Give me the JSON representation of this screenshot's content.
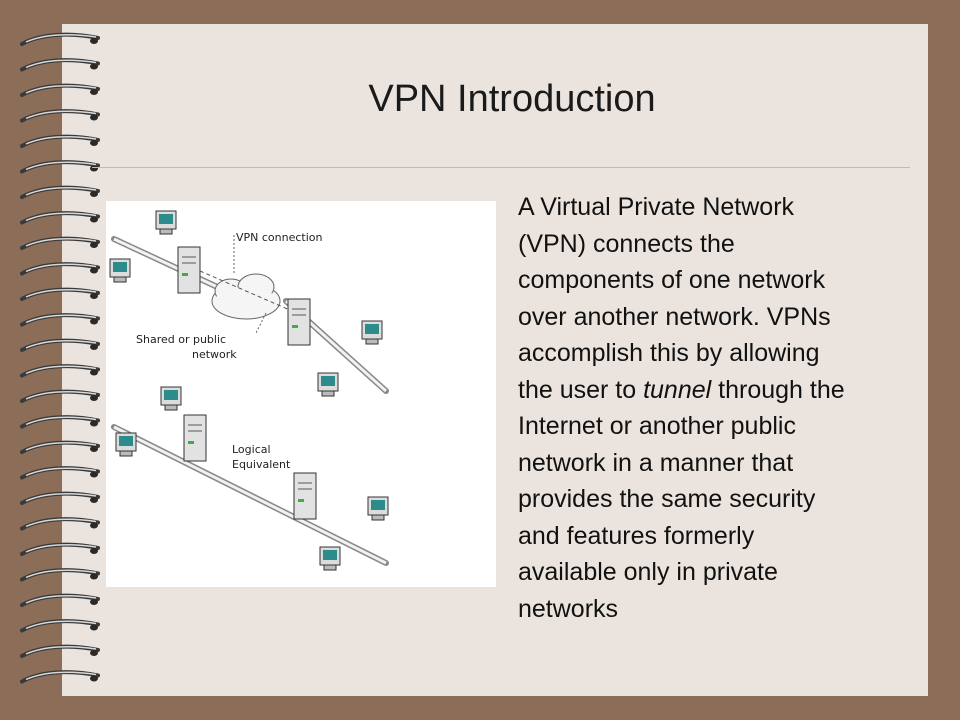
{
  "slide": {
    "title": "VPN Introduction",
    "body_before": "A Virtual Private Network\n(VPN) connects the\ncomponents of one network\nover another network. VPNs\naccomplish this by allowing\nthe user to ",
    "body_emphasis": "tunnel",
    "body_after": " through the\nInternet or another public\nnetwork in a manner that\nprovides the same security\nand features formerly\navailable only in private\nnetworks"
  },
  "diagram": {
    "label_vpn_connection": "VPN connection",
    "label_shared_line1": "Shared or public",
    "label_shared_line2": "network",
    "label_logical_line1": "Logical",
    "label_logical_line2": "Equivalent"
  }
}
